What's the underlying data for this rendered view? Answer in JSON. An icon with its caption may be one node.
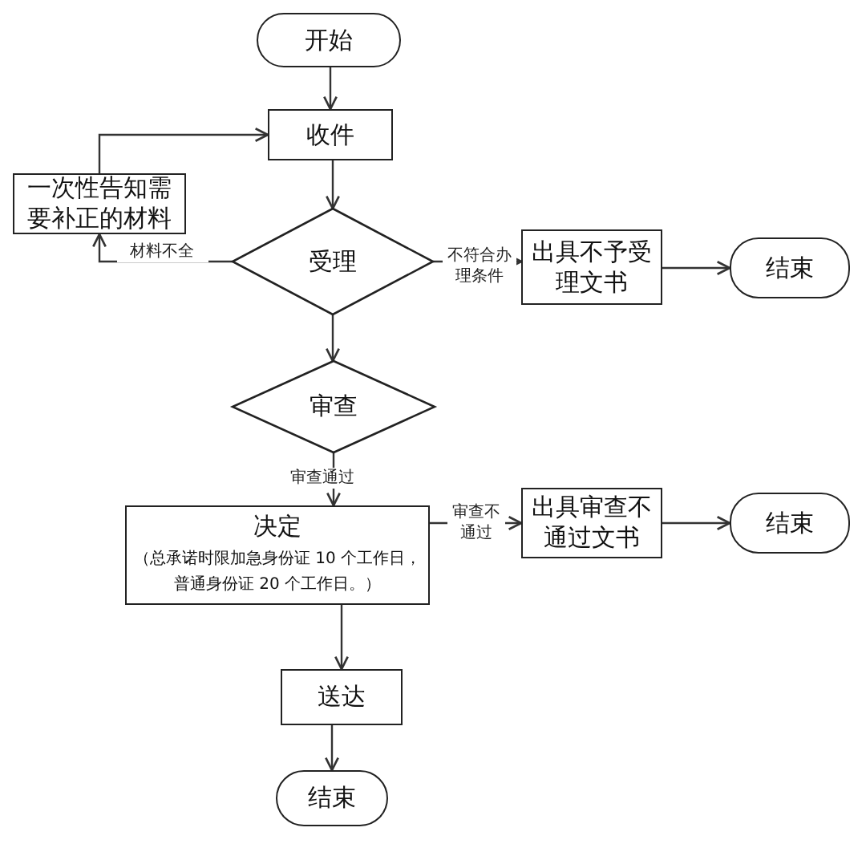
{
  "diagram": {
    "nodes": [
      {
        "text": [
          "开始"
        ]
      },
      {
        "text": [
          "收件"
        ]
      },
      {
        "text": [
          "一次性告知需要补正的材料"
        ]
      },
      {
        "text": [
          "受理"
        ]
      },
      {
        "text": [
          "出具不予受理文书"
        ]
      },
      {
        "text": [
          "结束"
        ]
      },
      {
        "text": [
          "审查"
        ]
      },
      {
        "text": [
          "决定",
          "（总承诺时限加急身份证 10 个工作日，普通身份证 20 个工作日。）"
        ]
      },
      {
        "text": [
          "出具审查不通过文书"
        ]
      },
      {
        "text": [
          "结束"
        ]
      },
      {
        "text": [
          "送达"
        ]
      },
      {
        "text": [
          "结束"
        ]
      }
    ],
    "edges": [
      {
        "from": 0,
        "to": 1,
        "arrow": "to"
      },
      {
        "from": 1,
        "to": 3,
        "arrow": "to"
      },
      {
        "from": 3,
        "to": 2,
        "arrow": "to",
        "label": "材料不全"
      },
      {
        "from": 2,
        "to": 1,
        "arrow": "to"
      },
      {
        "from": 3,
        "to": 4,
        "arrow": "to",
        "label": "不符合办理条件"
      },
      {
        "from": 4,
        "to": 5,
        "arrow": "to"
      },
      {
        "from": 3,
        "to": 6,
        "arrow": "to"
      },
      {
        "from": 6,
        "to": 7,
        "arrow": "to",
        "label": "审查通过"
      },
      {
        "from": 7,
        "to": 8,
        "arrow": "to",
        "label": "审查不通过"
      },
      {
        "from": 8,
        "to": 9,
        "arrow": "to"
      },
      {
        "from": 7,
        "to": 10,
        "arrow": "to"
      },
      {
        "from": 10,
        "to": 11,
        "arrow": "to"
      }
    ]
  }
}
